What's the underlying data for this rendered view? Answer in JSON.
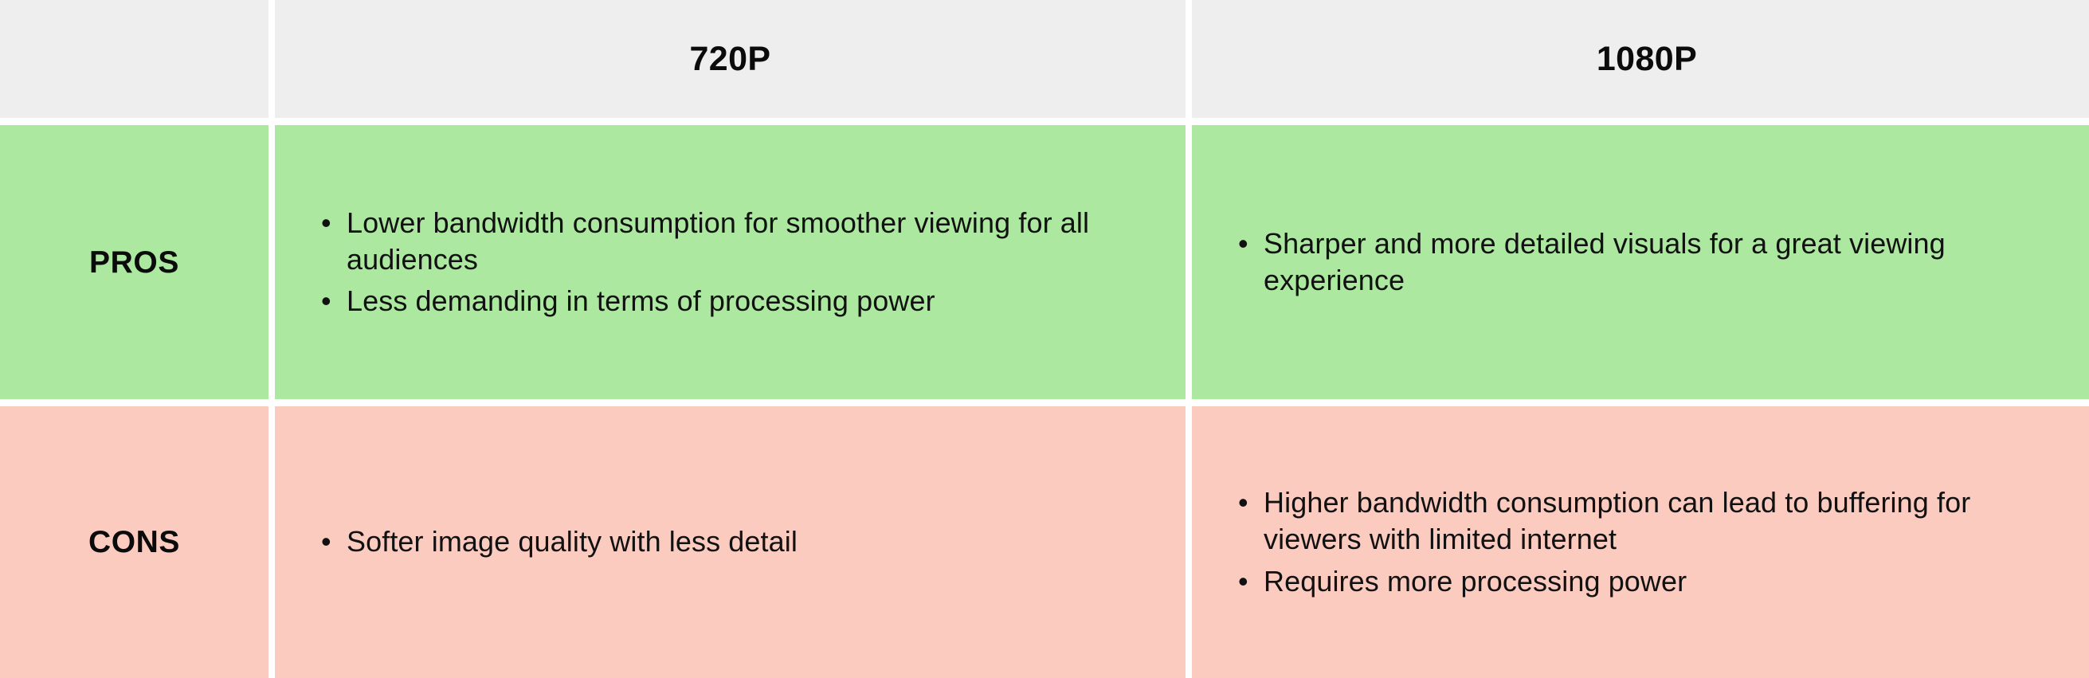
{
  "table": {
    "colors": {
      "header_background": "#EEEEEE",
      "pros_background": "#ACE8A0",
      "cons_background": "#FCCBC0",
      "grid_gap": "#FFFFFF",
      "text": "#111111"
    },
    "columns": [
      {
        "key": "label",
        "header": ""
      },
      {
        "key": "res720",
        "header": "720P"
      },
      {
        "key": "res1080",
        "header": "1080P"
      }
    ],
    "rows": [
      {
        "key": "pros",
        "label": "PROS",
        "res720": [
          "Lower bandwidth consumption for smoother viewing for all audiences",
          "Less demanding in terms of processing power"
        ],
        "res1080": [
          "Sharper and more detailed visuals for a great viewing experience"
        ]
      },
      {
        "key": "cons",
        "label": "CONS",
        "res720": [
          "Softer image quality with less detail"
        ],
        "res1080": [
          "Higher bandwidth consumption can lead to buffering for viewers with limited internet",
          "Requires more processing power"
        ]
      }
    ],
    "bullet_glyph": "•"
  }
}
